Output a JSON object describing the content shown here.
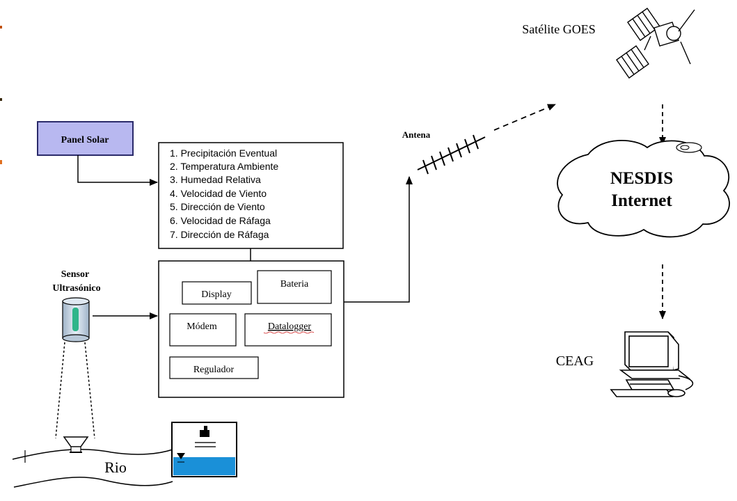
{
  "panel_solar": {
    "label": "Panel Solar"
  },
  "variables": {
    "items": [
      "1. Precipitación Eventual",
      "2. Temperatura Ambiente",
      "3. Humedad Relativa",
      "4. Velocidad de Viento",
      "5. Dirección de Viento",
      "6. Velocidad de Ráfaga",
      "7. Dirección de Ráfaga"
    ]
  },
  "station": {
    "display": "Display",
    "bateria": "Bateria",
    "modem": "Módem",
    "datalogger": "Datalogger",
    "regulador": "Regulador"
  },
  "sensor": {
    "line1": "Sensor",
    "line2": "Ultrasónico"
  },
  "river": {
    "label": "Rio"
  },
  "antena": {
    "label": "Antena"
  },
  "satellite": {
    "label": "Satélite GOES"
  },
  "cloud": {
    "line1": "NESDIS",
    "line2": "Internet"
  },
  "ceag": {
    "label": "CEAG"
  },
  "colors": {
    "panel_fill": "#b8b8f0",
    "panel_border": "#2a2a6a",
    "water": "#1a90d8",
    "sensor_beam": "#2fb58a",
    "cylinder": "#c8d8e8"
  }
}
